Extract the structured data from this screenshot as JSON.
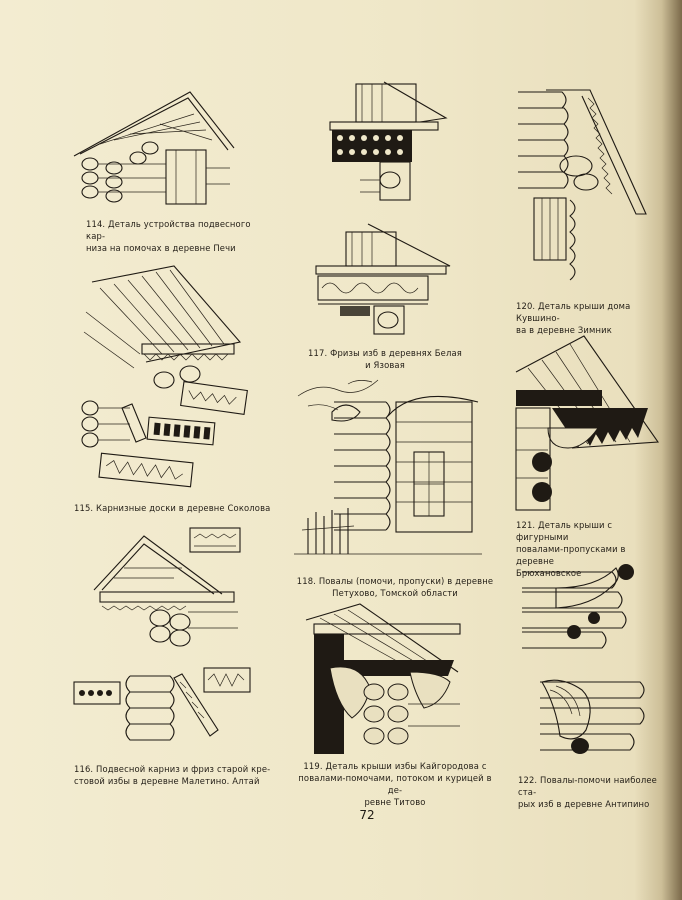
{
  "page": {
    "number": "72",
    "background": "#efe7c9",
    "ink": "#1f1a14"
  },
  "figures": [
    {
      "id": "114",
      "caption": "114. Деталь устройства подвесного кар-\nниза на помочах в деревне Печи"
    },
    {
      "id": "117",
      "caption": "117. Фризы изб в деревнях Белая\nи Язовая"
    },
    {
      "id": "120",
      "caption": "120. Деталь крыши дома Кувшино-\nва в деревне Зимник"
    },
    {
      "id": "115",
      "caption": "115. Карнизные доски в деревне Соколова"
    },
    {
      "id": "118",
      "caption": "118. Повалы (помочи, пропуски) в деревне\nПетухово, Томской области"
    },
    {
      "id": "121",
      "caption": "121. Деталь крыши с фигурными\nповалами-пропусками в деревне\nБрюхановское"
    },
    {
      "id": "116",
      "caption": "116. Подвесной карниз и фриз старой кре-\nстовой избы в деревне Малетино. Алтай"
    },
    {
      "id": "119",
      "caption": "119. Деталь крыши избы Кайгородова с\nповалами-помочами, потоком и курицей в де-\nревне Титово"
    },
    {
      "id": "122",
      "caption": "122. Повалы-помочи наиболее ста-\nрых изб в деревне Антипино"
    }
  ]
}
